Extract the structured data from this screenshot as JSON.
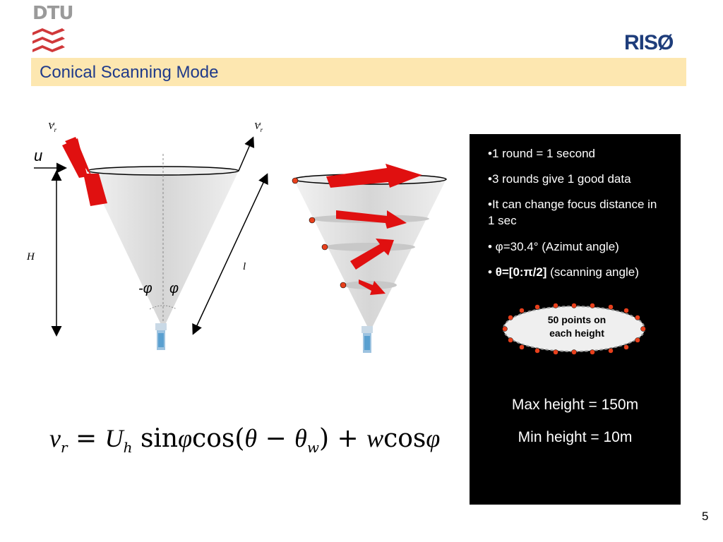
{
  "header": {
    "title": "Conical Scanning Mode",
    "logo_left": "DTU",
    "logo_right": "RISØ"
  },
  "diagram": {
    "left_labels": {
      "vr_left": "V",
      "vr_right": "V",
      "u": "u",
      "H": "H",
      "l": "l",
      "neg_phi": "-φ",
      "phi": "φ"
    }
  },
  "info": {
    "bullets": [
      "•1 round = 1 second",
      "•3 rounds give 1 good data",
      "•It can change focus distance in 1 sec"
    ],
    "bullet_phi": "• φ=30.4° (Azimut angle)",
    "bullet_theta_bold": "θ=[0:π/2]",
    "bullet_theta_rest": " (scanning  angle)",
    "ellipse_label_line1": "50 points on",
    "ellipse_label_line2": "each height",
    "max_height": "Max height = 150m",
    "min_height": "Min height = 10m"
  },
  "page_number": "5",
  "colors": {
    "title_bar": "#fde7b0",
    "title_text": "#1f3a8a",
    "arrow_red": "#e01010",
    "dot_orange": "#e8401c",
    "riso_blue": "#1e3d7b"
  }
}
